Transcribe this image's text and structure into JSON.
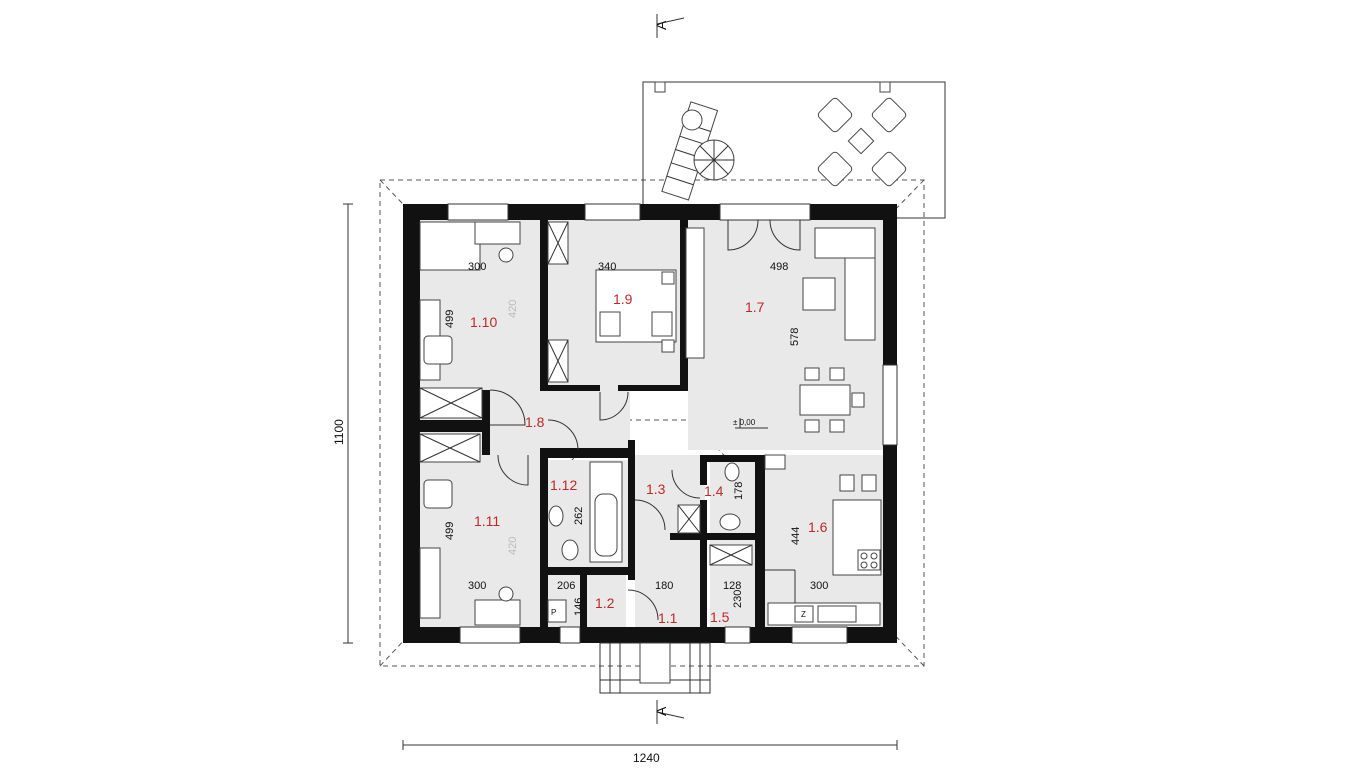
{
  "rooms": [
    {
      "id": "1.1",
      "label": "1.1"
    },
    {
      "id": "1.2",
      "label": "1.2"
    },
    {
      "id": "1.3",
      "label": "1.3"
    },
    {
      "id": "1.4",
      "label": "1.4"
    },
    {
      "id": "1.5",
      "label": "1.5"
    },
    {
      "id": "1.6",
      "label": "1.6"
    },
    {
      "id": "1.7",
      "label": "1.7"
    },
    {
      "id": "1.8",
      "label": "1.8"
    },
    {
      "id": "1.9",
      "label": "1.9"
    },
    {
      "id": "1.10",
      "label": "1.10"
    },
    {
      "id": "1.11",
      "label": "1.11"
    },
    {
      "id": "1.12",
      "label": "1.12"
    }
  ],
  "dimensions": {
    "overall_width": "1240",
    "overall_height": "1100",
    "r110_width": "300",
    "r110_depth": "499",
    "r110_diag": "420",
    "r19_width": "340",
    "r17_width": "498",
    "r17_depth": "578",
    "r111_depth": "499",
    "r111_width": "300",
    "r111_diag": "420",
    "r112_depth": "262",
    "r14_depth": "178",
    "r16_depth": "444",
    "r16_width": "300",
    "r12_width": "206",
    "r12_depth": "146",
    "r11_width": "180",
    "r15_width": "128",
    "r15_depth": "230"
  },
  "section_marks": {
    "top": "A",
    "bottom": "A"
  },
  "level_mark": "± 0,00",
  "fixtures": {
    "pantry": "P",
    "boiler": "Z"
  }
}
